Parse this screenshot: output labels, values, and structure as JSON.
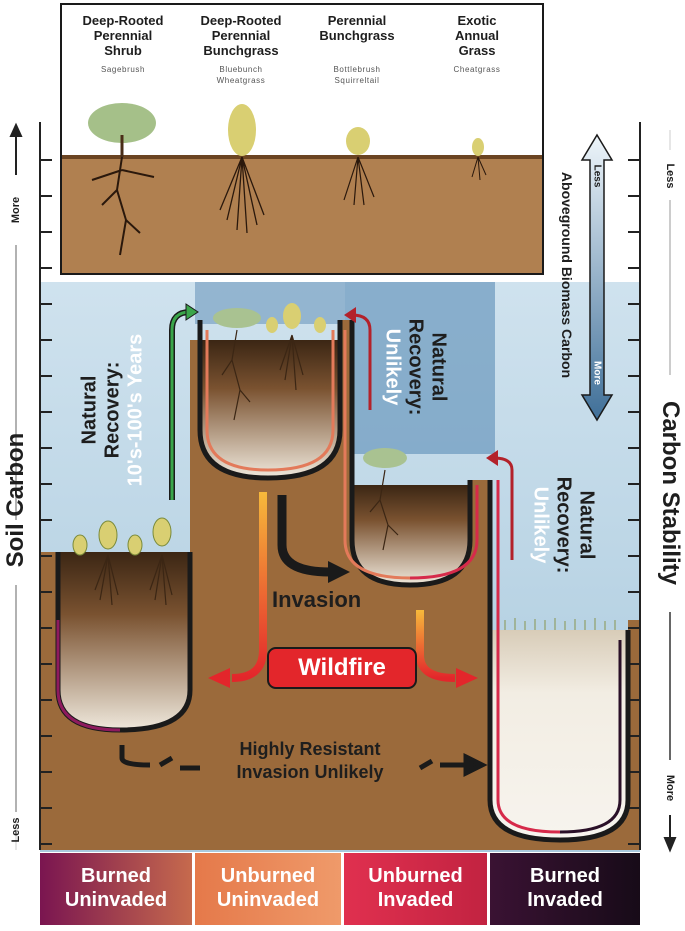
{
  "plants": [
    {
      "title": "Deep-Rooted\nPerennial\nShrub",
      "common": "Sagebrush"
    },
    {
      "title": "Deep-Rooted\nPerennial\nBunchgrass",
      "common": "Bluebunch\nWheatgrass"
    },
    {
      "title": "Perennial\nBunchgrass",
      "common": "Bottlebrush\nSquirreltail"
    },
    {
      "title": "Exotic\nAnnual\nGrass",
      "common": "Cheatgrass"
    }
  ],
  "left_axis": {
    "title": "Soil Carbon",
    "top": "More",
    "bottom": "Less"
  },
  "right_axis": {
    "title": "Carbon Stability",
    "top": "Less",
    "bottom": "More"
  },
  "biomass": {
    "label": "Aboveground Biomass Carbon",
    "top": "Less",
    "bottom": "More"
  },
  "labels": {
    "recovery1": "Natural\nRecovery:",
    "recovery1_years": "10's-100's Years",
    "recovery2_title": "Natural\nRecovery:",
    "recovery2_note": "Unlikely",
    "recovery3_title": "Natural\nRecovery:",
    "recovery3_note": "Unlikely",
    "invasion": "Invasion",
    "wildfire": "Wildfire",
    "resistant": "Highly Resistant\nInvasion Unlikely"
  },
  "states": [
    {
      "label": "Burned\nUninvaded",
      "color": "#8e1a5e"
    },
    {
      "label": "Unburned\nUninvaded",
      "color": "#e0643c"
    },
    {
      "label": "Unburned\nInvaded",
      "color": "#d62a4a"
    },
    {
      "label": "Burned\nInvaded",
      "color": "#2a1028"
    }
  ],
  "colors": {
    "sky": "#b9d4e3",
    "soil": "#9a6a3c",
    "wildfire": "#e3262b",
    "recovery_green": "#3aa54a",
    "unlikely_red": "#b3212a"
  }
}
